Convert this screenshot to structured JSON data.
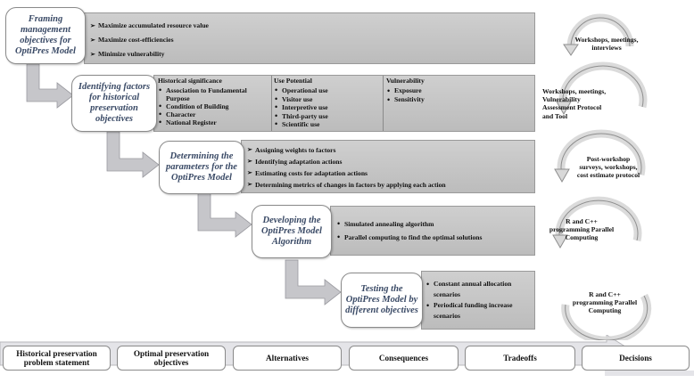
{
  "steps": [
    {
      "label": "Framing management objectives for OptiPres Model"
    },
    {
      "label": "Identifying factors for historical preservation objectives"
    },
    {
      "label": "Determining the parameters for the OptiPres Model"
    },
    {
      "label": "Developing the OptiPres Model Algorithm"
    },
    {
      "label": "Testing the OptiPres Model by different objectives"
    }
  ],
  "panel1": {
    "items": [
      "Maximize accumulated resource value",
      "Maximize cost-efficiencies",
      "Minimize vulnerability"
    ]
  },
  "panel2": {
    "columns": [
      {
        "heading": "Historical significance",
        "items": [
          "Association to Fundamental Purpose",
          "Condition of Building",
          "Character",
          "National Register"
        ]
      },
      {
        "heading": "Use Potential",
        "items": [
          "Operational use",
          "Visitor use",
          "Interpretive use",
          "Third-party use",
          "Scientific use"
        ]
      },
      {
        "heading": "Vulnerability",
        "items": [
          "Exposure",
          "Sensitivity"
        ]
      }
    ]
  },
  "panel3": {
    "items": [
      "Assigning weights to factors",
      "Identifying adaptation actions",
      "Estimating costs for adaptation actions",
      "Determining metrics of changes in factors by applying each action"
    ]
  },
  "panel4": {
    "items": [
      "Simulated annealing algorithm",
      "Parallel computing to find the optimal solutions"
    ]
  },
  "panel5": {
    "items": [
      "Constant annual allocation scenarios",
      "Periodical funding increase scenarios"
    ]
  },
  "cycle": [
    {
      "text": "Workshops, meetings, interviews"
    },
    {
      "text": "Workshops, meetings, Vulnerability Assessment Protocol and Tool"
    },
    {
      "text": "Post-workshop surveys, workshops, cost estimate protocol"
    },
    {
      "text": "R and C++ programming Parallel Computing"
    },
    {
      "text": "R and C++ programming Parallel Computing"
    }
  ],
  "process": [
    "Historical preservation problem statement",
    "Optimal preservation objectives",
    "Alternatives",
    "Consequences",
    "Tradeoffs",
    "Decisions"
  ],
  "colors": {
    "step_text": "#3a4a66",
    "panel": "#c4c4c4",
    "arrow": "#c6c6ca"
  }
}
